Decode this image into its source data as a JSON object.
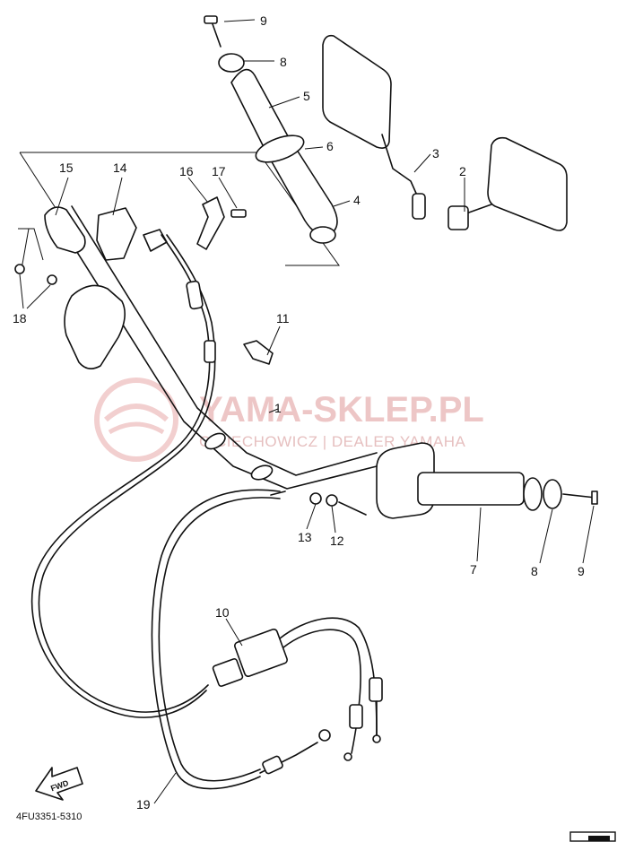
{
  "diagram": {
    "code": "4FU3351-5310",
    "fwd_label": "FWD",
    "watermark": {
      "title": "YAMA-SKLEP.PL",
      "subtitle": "CICIECHOWICZ | DEALER YAMAHA"
    },
    "callouts": [
      "1",
      "2",
      "3",
      "4",
      "5",
      "6",
      "7",
      "8",
      "8",
      "9",
      "9",
      "10",
      "11",
      "12",
      "13",
      "14",
      "15",
      "16",
      "17",
      "18",
      "19"
    ]
  }
}
